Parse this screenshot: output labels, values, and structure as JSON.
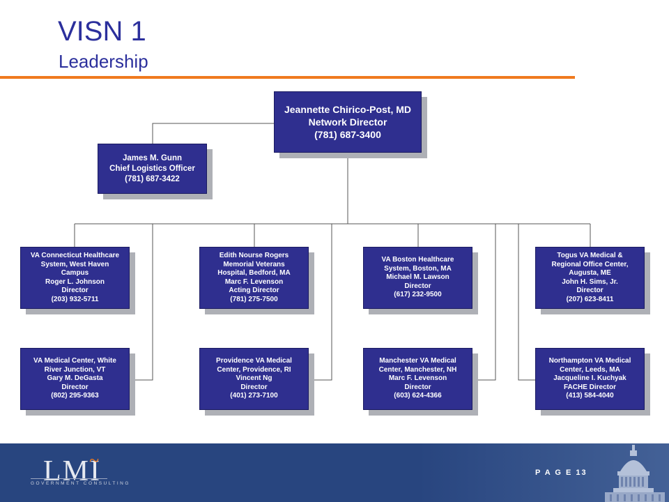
{
  "header": {
    "title": "VISN 1",
    "subtitle": "Leadership"
  },
  "org": {
    "director": [
      "Jeannette Chirico-Post, MD",
      "Network Director",
      "(781) 687-3400"
    ],
    "logistics": [
      "James M. Gunn",
      "Chief Logistics Officer",
      "(781) 687-3422"
    ],
    "row1": [
      [
        "VA Connecticut Healthcare",
        "System, West Haven",
        "Campus",
        "Roger L. Johnson",
        "Director",
        "(203) 932-5711"
      ],
      [
        "Edith Nourse Rogers",
        "Memorial Veterans",
        "Hospital, Bedford, MA",
        "Marc F. Levenson",
        "Acting Director",
        "(781) 275-7500"
      ],
      [
        "VA Boston Healthcare",
        "System, Boston, MA",
        "Michael M. Lawson",
        "Director",
        "(617) 232-9500"
      ],
      [
        "Togus VA Medical &",
        "Regional Office Center,",
        "Augusta, ME",
        "John H. Sims, Jr.",
        "Director",
        "(207) 623-8411"
      ]
    ],
    "row2": [
      [
        "VA Medical Center, White",
        "River Junction, VT",
        "Gary M. DeGasta",
        "Director",
        "(802) 295-9363"
      ],
      [
        "Providence VA Medical",
        "Center, Providence, RI",
        "Vincent Ng",
        "Director",
        "(401) 273-7100"
      ],
      [
        "Manchester VA Medical",
        "Center, Manchester, NH",
        "Marc F. Levenson",
        "Director",
        "(603) 624-4366"
      ],
      [
        "Northampton VA Medical",
        "Center, Leeds, MA",
        "Jacqueline I. Kuchyak",
        "FACHE Director",
        "(413) 584-4040"
      ]
    ]
  },
  "footer": {
    "logo": "LMI",
    "logo_tilde": "~",
    "logo_sub": "GOVERNMENT CONSULTING",
    "page_label": "P A G E  13"
  },
  "colors": {
    "title": "#2b2f9c",
    "rule": "#f07a1e",
    "box": "#2f2f8f",
    "footer": "#28457f"
  }
}
